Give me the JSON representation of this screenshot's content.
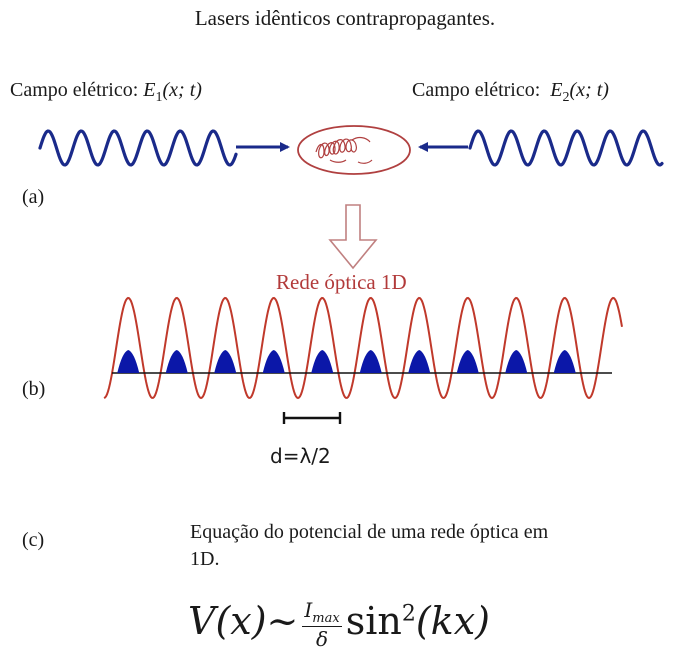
{
  "title": "Lasers idênticos contrapropagantes.",
  "left_label": {
    "prefix": "Campo elétrico: ",
    "symbol": "E",
    "sub": "1",
    "args": "(x; t)"
  },
  "right_label": {
    "prefix": "Campo elétrico:  ",
    "symbol": "E",
    "sub": "2",
    "args": "(x; t)"
  },
  "panel_labels": {
    "a": "(a)",
    "b": "(b)",
    "c": "(c)"
  },
  "lattice_label": "Rede óptica 1D",
  "spacing_label": "d=λ/2",
  "equation_description": "Equação do potencial de uma rede óptica em 1D.",
  "formula": {
    "lhs": "V(x)~",
    "numerator": "I",
    "numerator_sub": "max",
    "denominator": "δ",
    "func": "sin",
    "power": "2",
    "arg": "(kx)"
  },
  "colors": {
    "wave": "#1a2a8a",
    "lattice": "#c0392b",
    "atom": "#0b17a8",
    "cloud": "#b04040",
    "arrow_outline": "#c08080"
  }
}
